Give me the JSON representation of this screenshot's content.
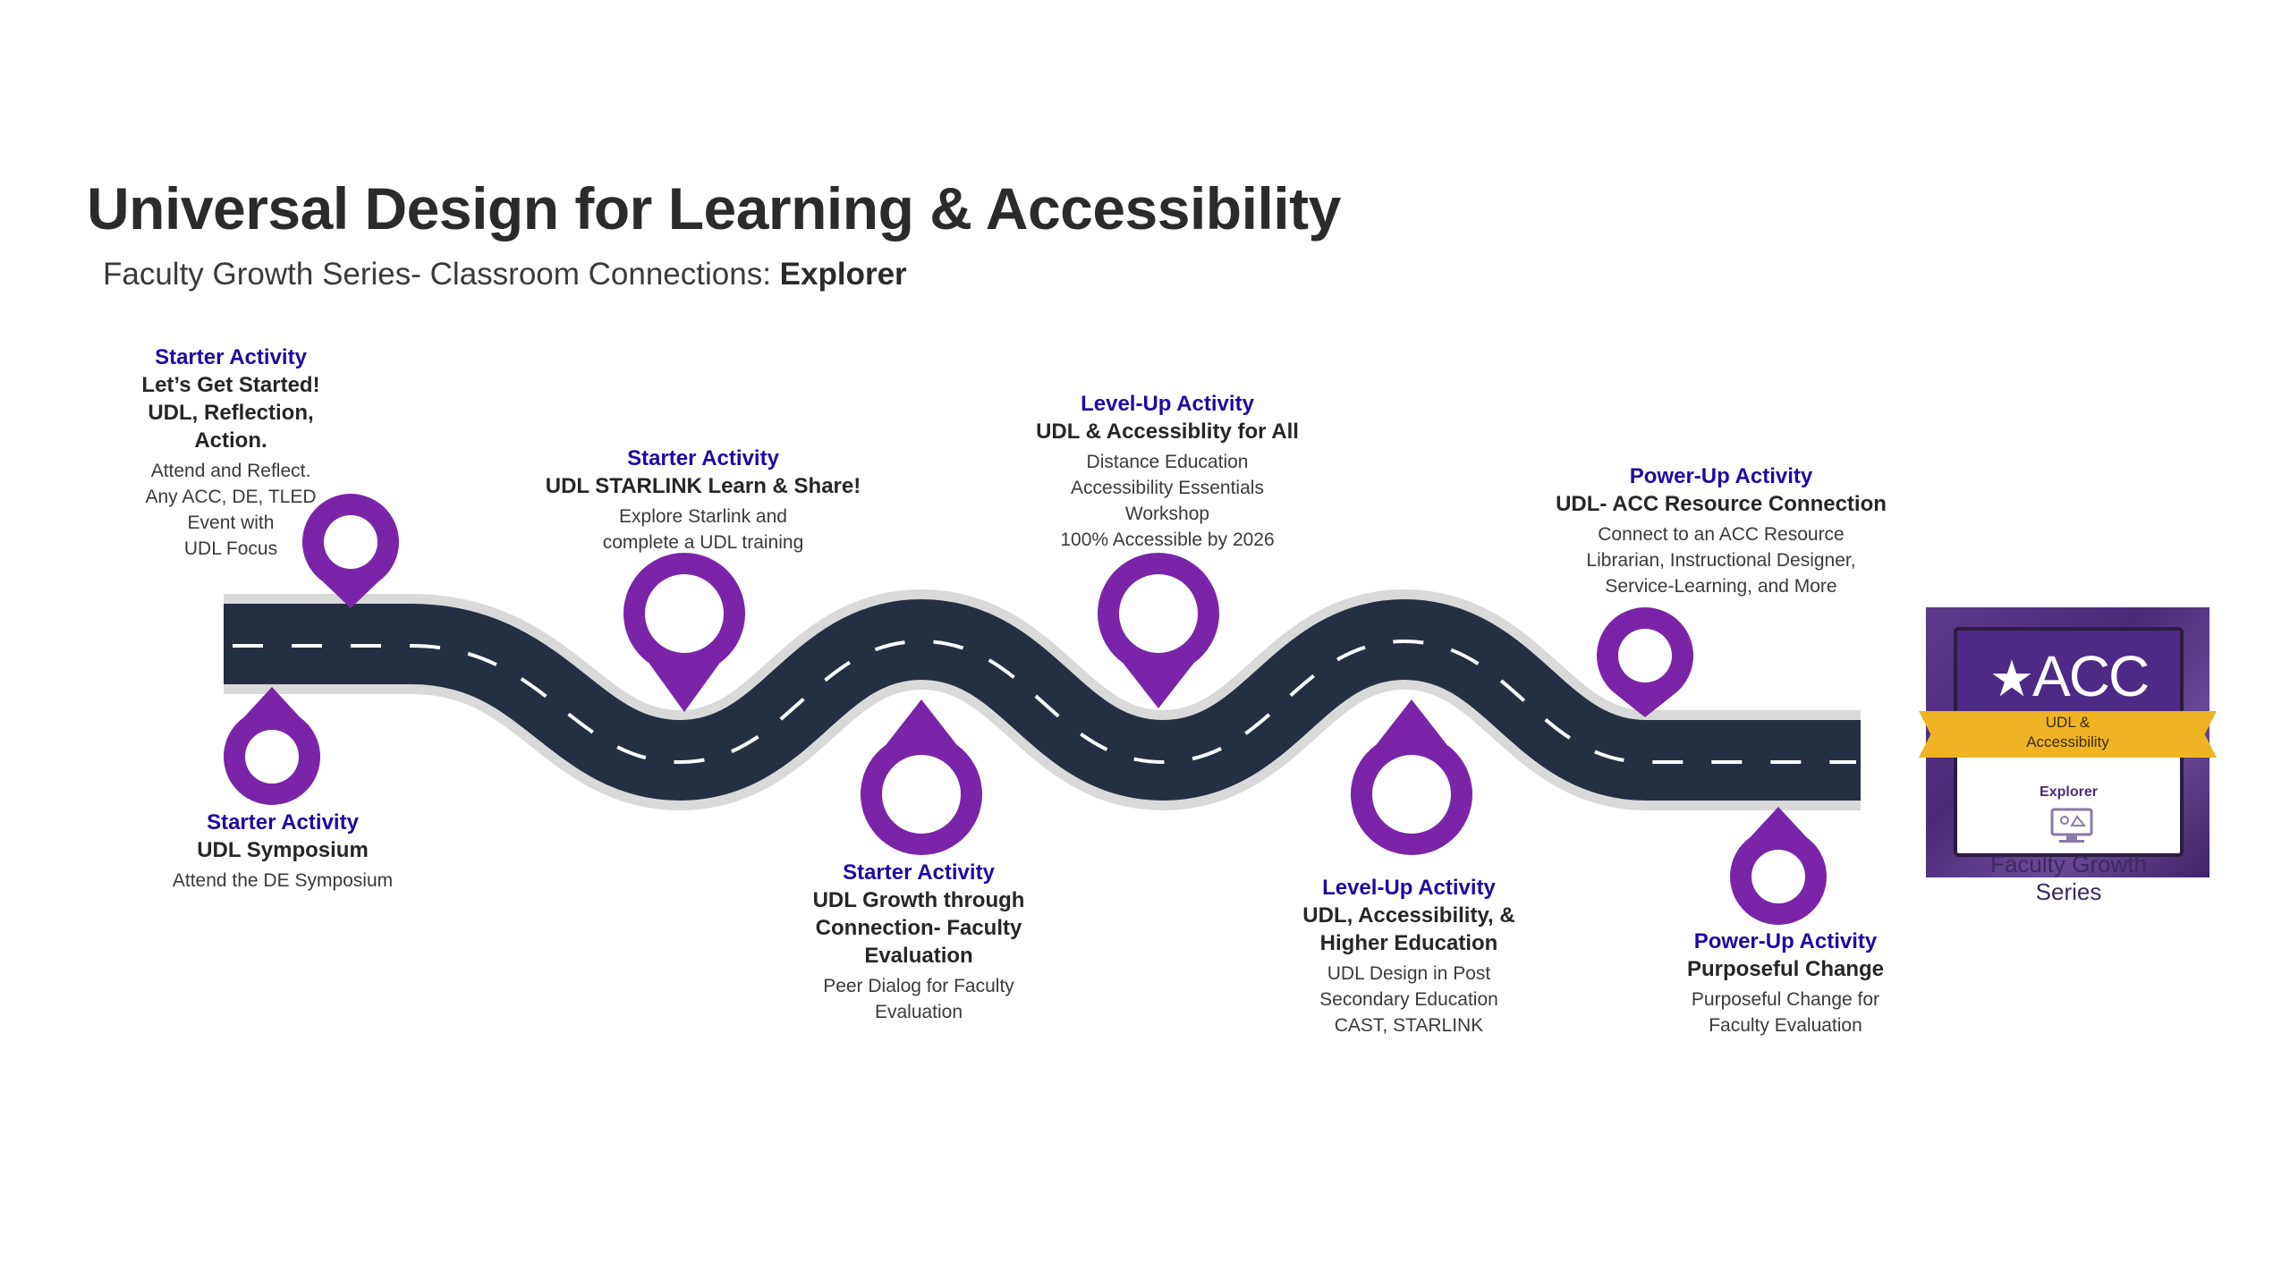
{
  "title": "Universal Design for Learning & Accessibility",
  "subtitle": {
    "prefix": "Faculty Growth Series- Classroom Connections: ",
    "level": "Explorer"
  },
  "activities": [
    {
      "kind": "Starter Activity",
      "name": [
        "Let’s Get Started!",
        "UDL, Reflection,",
        "Action."
      ],
      "desc": [
        "Attend and Reflect.",
        "Any ACC, DE, TLED",
        "Event with",
        "UDL Focus"
      ]
    },
    {
      "kind": "Starter Activity",
      "name": [
        "UDL Symposium"
      ],
      "desc": [
        "Attend the DE Symposium"
      ]
    },
    {
      "kind": "Starter Activity",
      "name": [
        "UDL STARLINK Learn & Share!"
      ],
      "desc": [
        "Explore Starlink and",
        "complete a UDL training"
      ]
    },
    {
      "kind": "Starter Activity",
      "name": [
        "UDL Growth through",
        "Connection- Faculty",
        "Evaluation"
      ],
      "desc": [
        "Peer Dialog for Faculty",
        "Evaluation"
      ]
    },
    {
      "kind": "Level-Up Activity",
      "name": [
        "UDL & Accessiblity for All"
      ],
      "desc": [
        "Distance Education",
        "Accessibility Essentials",
        "Workshop",
        "100% Accessible by 2026"
      ]
    },
    {
      "kind": "Level-Up Activity",
      "name": [
        "UDL, Accessibility, &",
        "Higher Education"
      ],
      "desc": [
        "UDL Design in Post",
        "Secondary Education",
        "CAST, STARLINK"
      ]
    },
    {
      "kind": "Power-Up Activity",
      "name": [
        "UDL- ACC Resource Connection"
      ],
      "desc": [
        "Connect to an ACC Resource",
        "Librarian, Instructional Designer,",
        "Service-Learning, and More"
      ]
    },
    {
      "kind": "Power-Up Activity",
      "name": [
        "Purposeful Change"
      ],
      "desc": [
        "Purposeful Change for",
        "Faculty Evaluation"
      ]
    }
  ],
  "badge": {
    "logo": "ACC",
    "ribbon": [
      "UDL &",
      "Accessibility"
    ],
    "level": "Explorer",
    "series": "Faculty Growth Series"
  },
  "colors": {
    "pin": "#7a25a8",
    "road": "#242f42",
    "road_edge": "#d9d9d9",
    "kind_text": "#2208a3"
  }
}
